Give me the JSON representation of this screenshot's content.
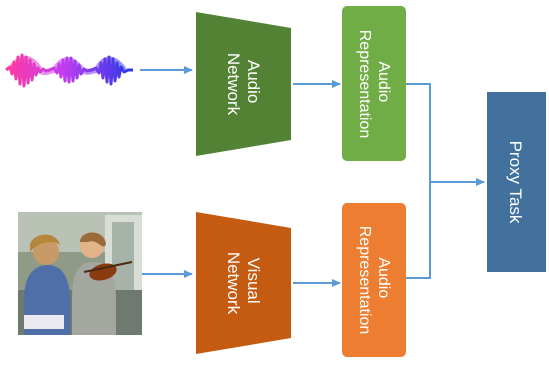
{
  "diagram": {
    "audio_network": {
      "label_line1": "Audio",
      "label_line2": "Network",
      "color": "#548235"
    },
    "visual_network": {
      "label_line1": "Visual",
      "label_line2": "Network",
      "color": "#c55a11"
    },
    "audio_representation_top": {
      "label_line1": "Audio",
      "label_line2": "Representation",
      "color": "#70ad47"
    },
    "audio_representation_bottom": {
      "label_line1": "Audio",
      "label_line2": "Representation",
      "color": "#ed7d31"
    },
    "proxy_task": {
      "label": "Proxy Task",
      "color": "#41719c"
    },
    "arrow_color": "#5b9bd5",
    "audio_input": {
      "icon": "audio-waveform-icon"
    },
    "visual_input": {
      "icon": "photo-two-people-violin-icon"
    }
  }
}
